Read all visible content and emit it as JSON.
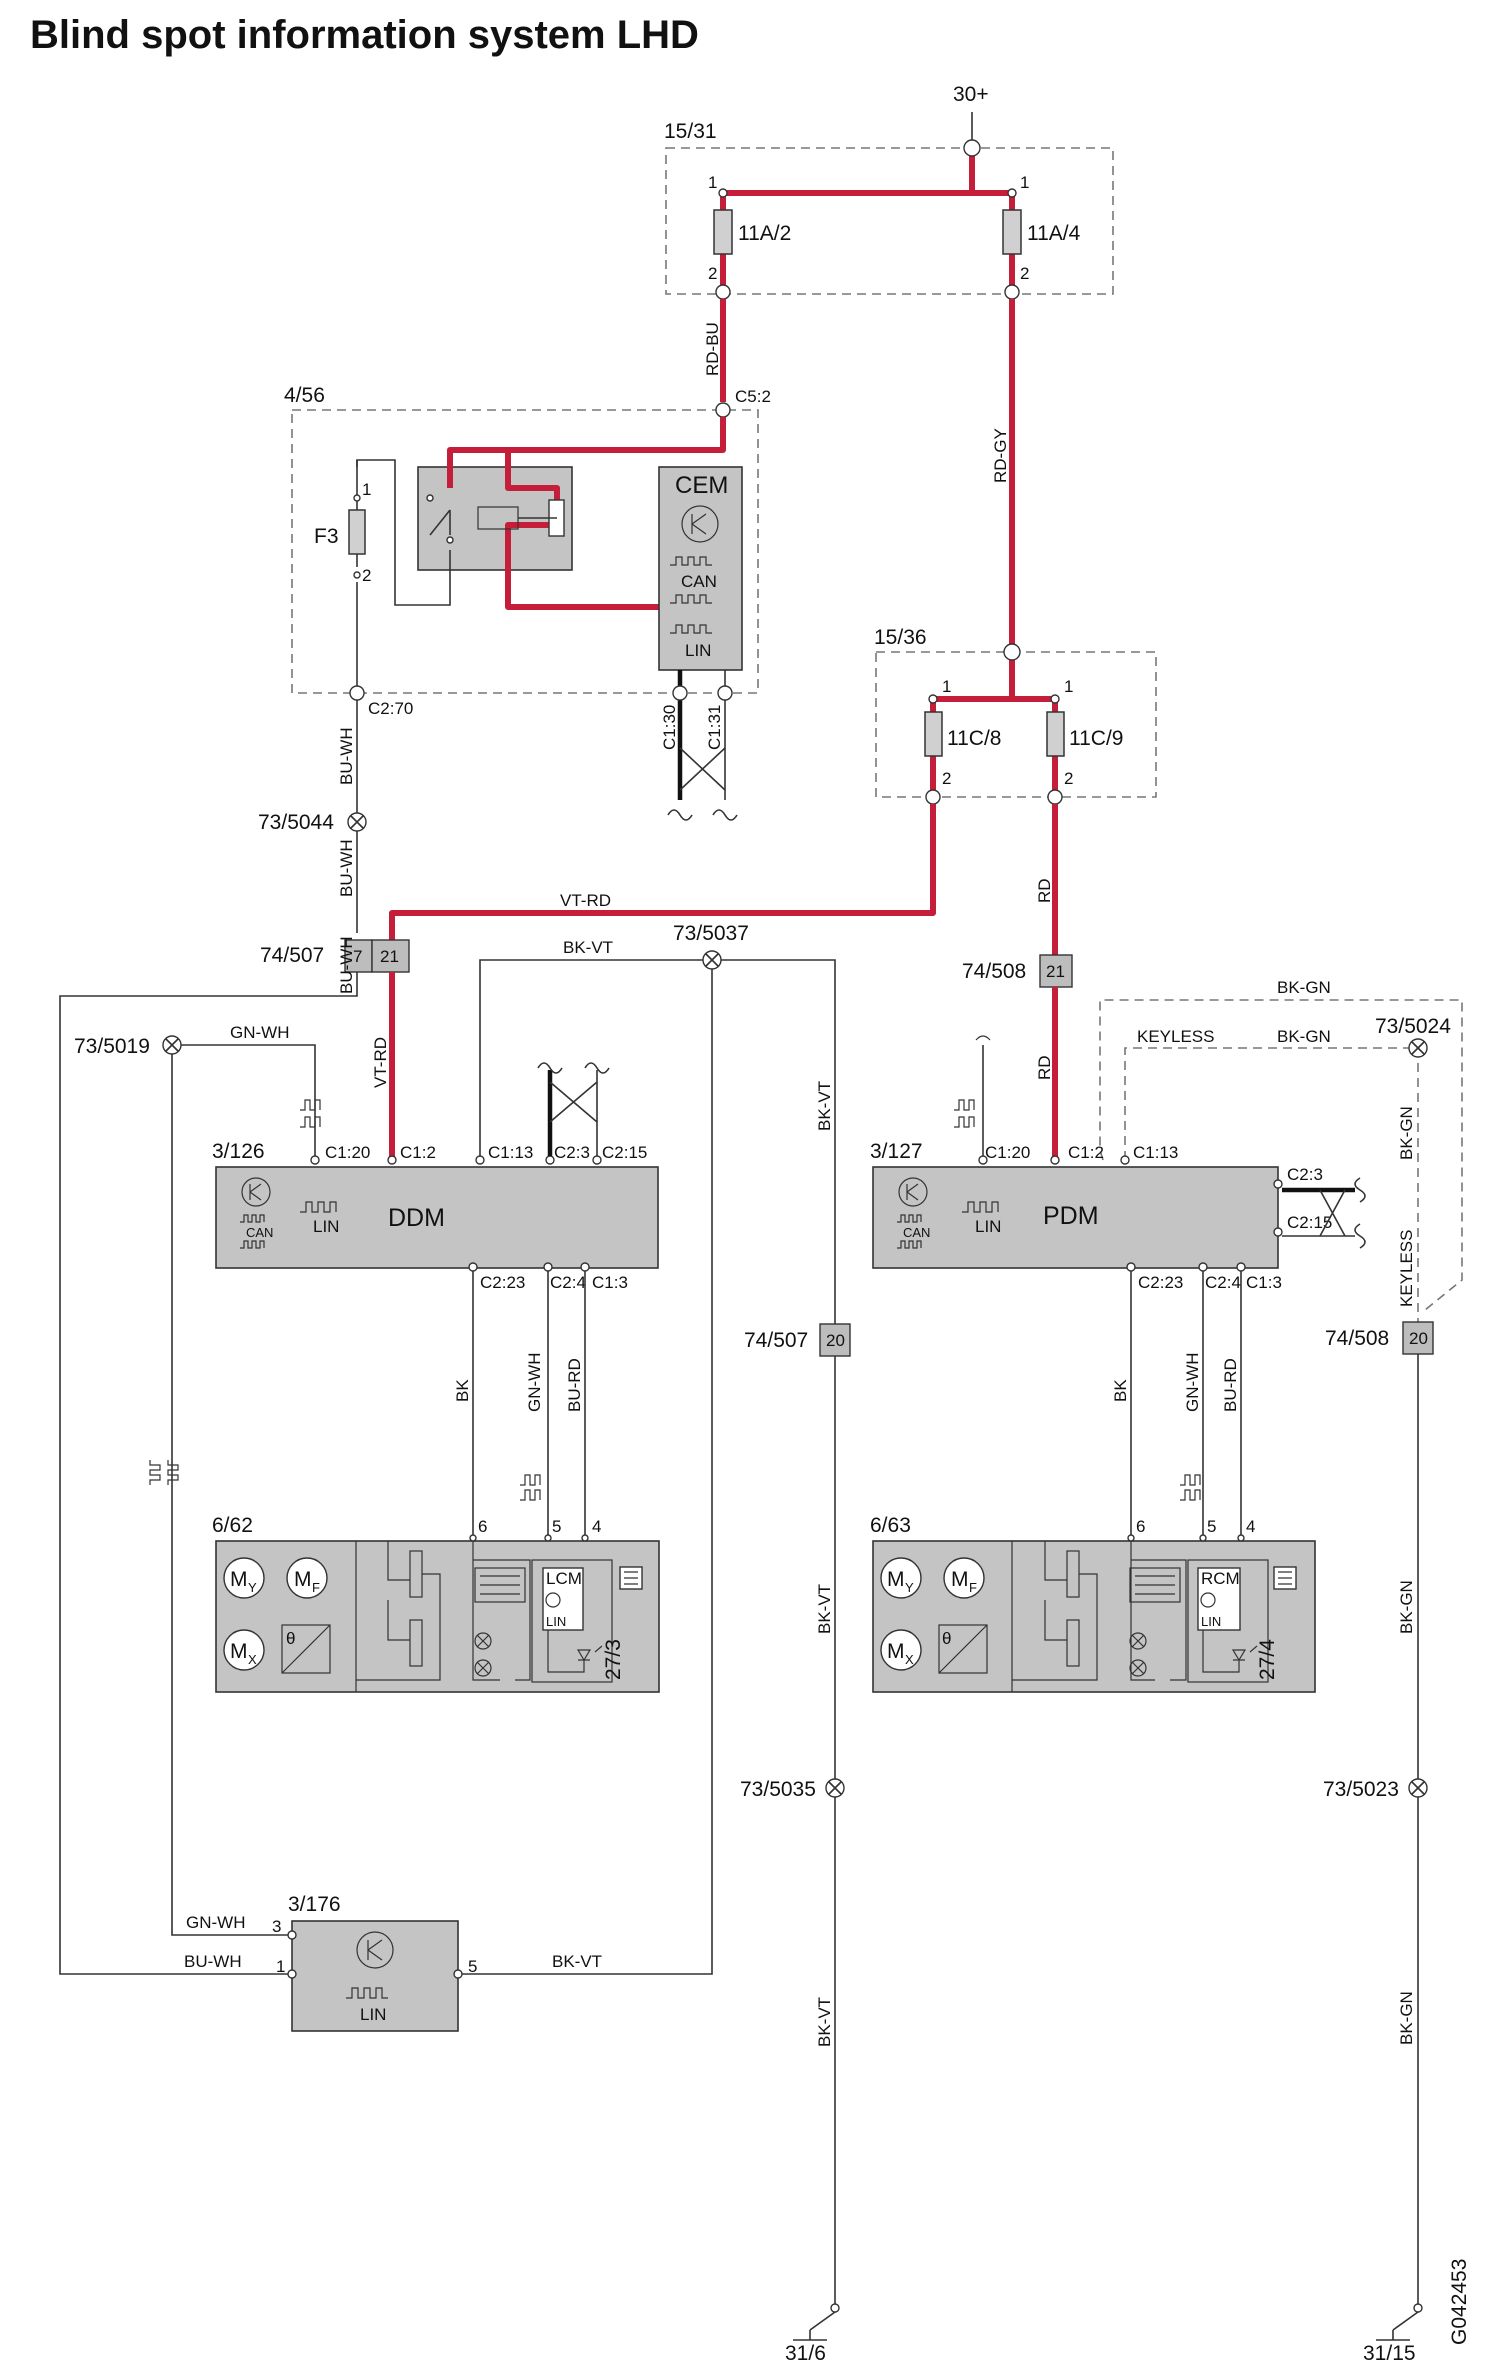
{
  "title": "Blind spot information system LHD",
  "doc_code": "G042453",
  "supply": "30+",
  "fuse_boxes": [
    {
      "id": "15/31",
      "fuses": [
        "11A/2",
        "11A/4"
      ]
    },
    {
      "id": "15/36",
      "fuses": [
        "11C/8",
        "11C/9"
      ]
    }
  ],
  "pin_labels": {
    "one": "1",
    "two": "2",
    "three": "3",
    "four": "4",
    "five": "5",
    "six": "6"
  },
  "cem": {
    "id": "4/56",
    "name": "CEM",
    "fuse": "F3",
    "bus_can": "CAN",
    "bus_lin": "LIN",
    "connectors": {
      "c5_2": "C5:2",
      "c2_70": "C2:70",
      "c1_30": "C1:30",
      "c1_31": "C1:31"
    }
  },
  "splices": [
    "73/5044",
    "73/5037",
    "73/5019",
    "73/5024",
    "73/5035",
    "73/5023"
  ],
  "connectors": {
    "c74_507": {
      "id": "74/507",
      "pins": [
        "7",
        "21",
        "20"
      ]
    },
    "c74_508": {
      "id": "74/508",
      "pins": [
        "21",
        "20"
      ]
    }
  },
  "ddm": {
    "id": "3/126",
    "name": "DDM",
    "bus_can": "CAN",
    "bus_lin": "LIN",
    "top_pins": [
      "C1:20",
      "C1:2",
      "C1:13",
      "C2:3",
      "C2:15"
    ],
    "bottom_pins": [
      "C2:23",
      "C2:4",
      "C1:3"
    ]
  },
  "pdm": {
    "id": "3/127",
    "name": "PDM",
    "bus_can": "CAN",
    "bus_lin": "LIN",
    "top_pins": [
      "C1:20",
      "C1:2",
      "C1:13"
    ],
    "right_pins": [
      "C2:3",
      "C2:15"
    ],
    "bottom_pins": [
      "C2:23",
      "C2:4",
      "C1:3"
    ]
  },
  "mirror_left": {
    "id": "6/62",
    "module": "LCM",
    "module_id": "27/3",
    "bus": "LIN",
    "pins": [
      "6",
      "5",
      "4"
    ],
    "motors": [
      "M",
      "M",
      "M"
    ],
    "motor_subs": [
      "Y",
      "F",
      "X"
    ],
    "temp": "θ"
  },
  "mirror_right": {
    "id": "6/63",
    "module": "RCM",
    "module_id": "27/4",
    "bus": "LIN",
    "pins": [
      "6",
      "5",
      "4"
    ],
    "motors": [
      "M",
      "M",
      "M"
    ],
    "motor_subs": [
      "Y",
      "F",
      "X"
    ],
    "temp": "θ"
  },
  "keyless_module": {
    "id": "3/176",
    "bus": "LIN",
    "pins": [
      "3",
      "1",
      "5"
    ]
  },
  "wire_colors": {
    "rd_bu": "RD-BU",
    "rd_gy": "RD-GY",
    "bu_wh": "BU-WH",
    "vt_rd": "VT-RD",
    "bk_vt": "BK-VT",
    "rd": "RD",
    "gn_wh": "GN-WH",
    "bk": "BK",
    "bu_rd": "BU-RD",
    "bk_gn": "BK-GN",
    "keyless": "KEYLESS"
  },
  "grounds": [
    "31/6",
    "31/15"
  ],
  "colors": {
    "power_wire": "#c41e3a",
    "module_fill": "#c4c4c4",
    "line": "#333333"
  }
}
